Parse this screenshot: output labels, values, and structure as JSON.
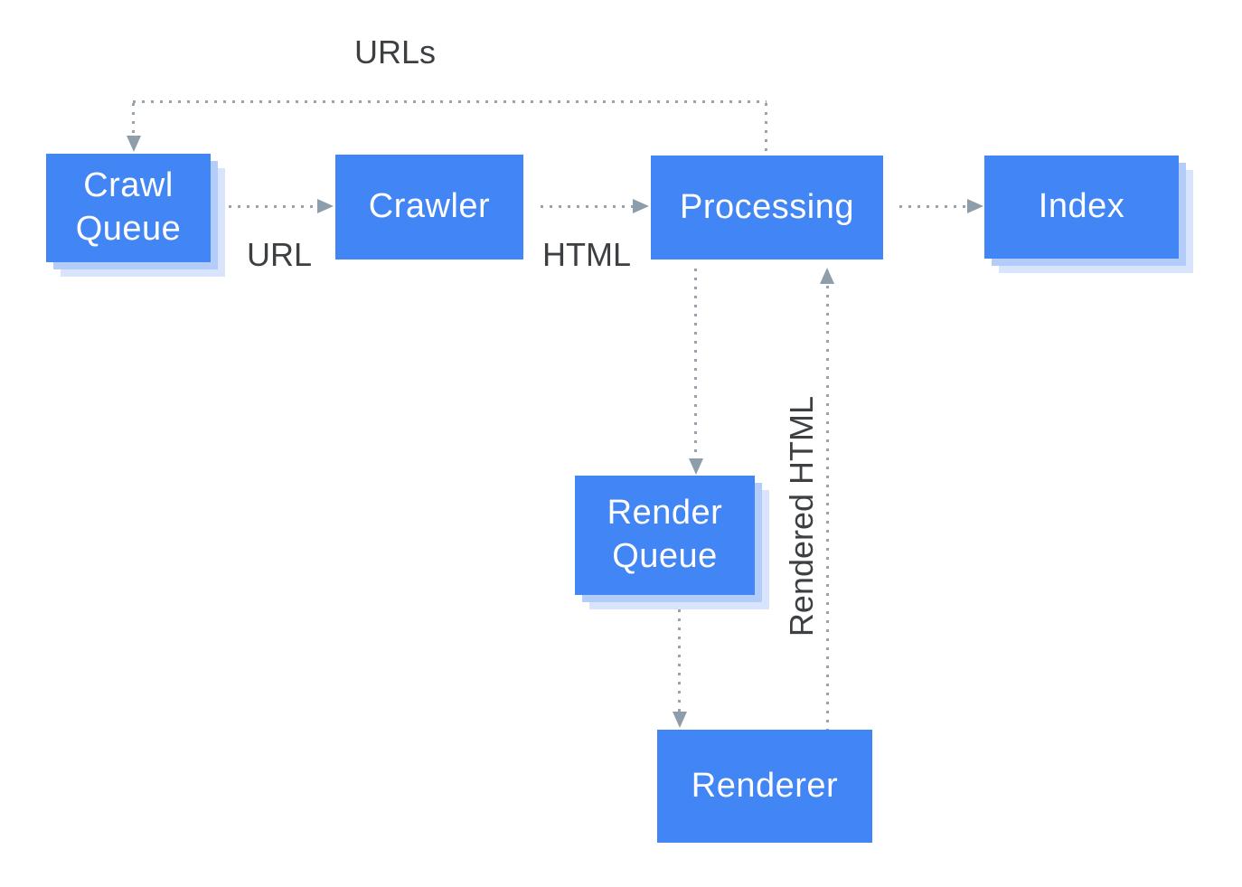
{
  "colors": {
    "background": "#ffffff",
    "box_fill": "#4285f4",
    "box_text": "#ffffff",
    "shadow_inner": "#b3ccf8",
    "shadow_outer": "#d8e4fb",
    "connector_dot": "#9aa3ab",
    "arrowhead": "#8d9daa",
    "label_text": "#3c4043"
  },
  "nodes": {
    "crawl_queue": {
      "label": "Crawl Queue",
      "line1": "Crawl",
      "line2": "Queue",
      "stacked": true
    },
    "crawler": {
      "label": "Crawler",
      "stacked": false
    },
    "processing": {
      "label": "Processing",
      "stacked": false
    },
    "index": {
      "label": "Index",
      "stacked": true
    },
    "render_queue": {
      "label": "Render Queue",
      "line1": "Render",
      "line2": "Queue",
      "stacked": true
    },
    "renderer": {
      "label": "Renderer",
      "stacked": false
    }
  },
  "edges": [
    {
      "from": "processing",
      "to": "crawl_queue",
      "label": "URLs",
      "style": "dotted"
    },
    {
      "from": "crawl_queue",
      "to": "crawler",
      "label": "URL",
      "style": "dotted"
    },
    {
      "from": "crawler",
      "to": "processing",
      "label": "HTML",
      "style": "dotted"
    },
    {
      "from": "processing",
      "to": "index",
      "label": "",
      "style": "dotted"
    },
    {
      "from": "processing",
      "to": "render_queue",
      "label": "",
      "style": "dotted"
    },
    {
      "from": "render_queue",
      "to": "renderer",
      "label": "",
      "style": "dotted"
    },
    {
      "from": "renderer",
      "to": "processing",
      "label": "Rendered HTML",
      "style": "dotted"
    }
  ]
}
